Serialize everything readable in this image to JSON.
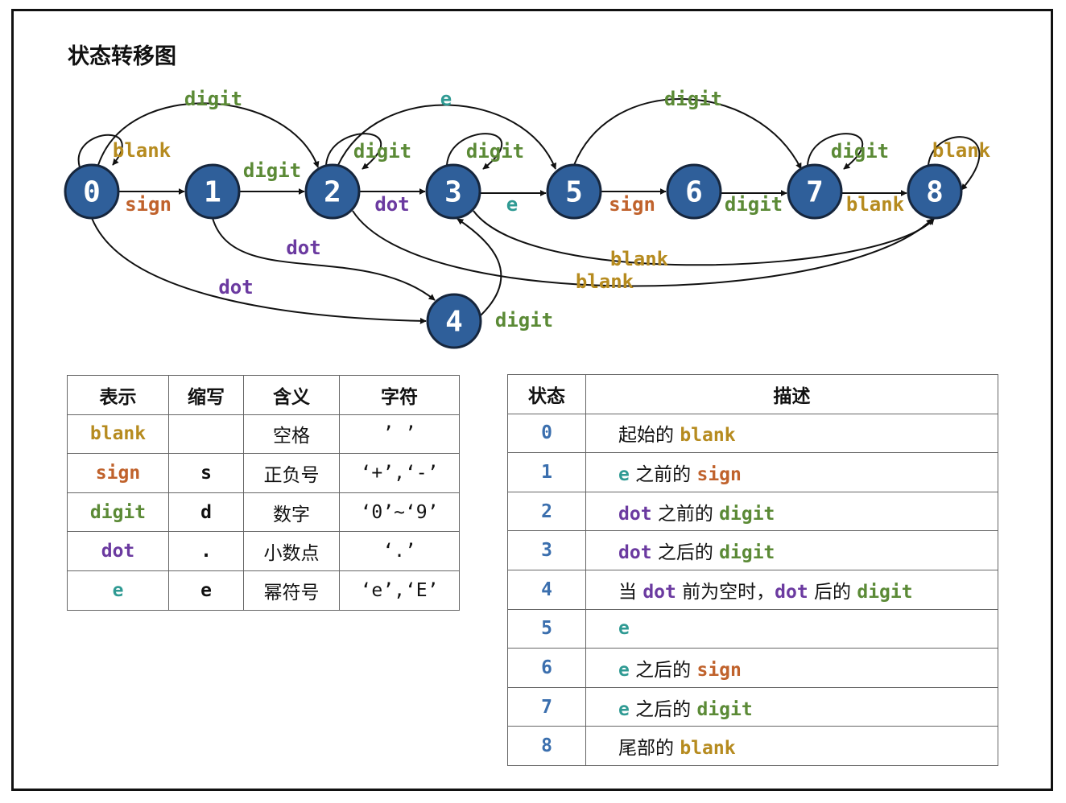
{
  "title": "状态转移图",
  "colors": {
    "node_fill": "#2f5f9a",
    "blank": "#b68b1f",
    "sign": "#c0622c",
    "digit": "#5b8a36",
    "dot": "#6b3aa0",
    "e": "#2f9a93",
    "state_number": "#3b6fae"
  },
  "nodes": [
    "0",
    "1",
    "2",
    "3",
    "4",
    "5",
    "6",
    "7",
    "8"
  ],
  "edges": [
    {
      "from": "0",
      "to": "0",
      "label": "blank"
    },
    {
      "from": "0",
      "to": "1",
      "label": "sign"
    },
    {
      "from": "0",
      "to": "2",
      "label": "digit"
    },
    {
      "from": "0",
      "to": "4",
      "label": "dot"
    },
    {
      "from": "1",
      "to": "2",
      "label": "digit"
    },
    {
      "from": "1",
      "to": "4",
      "label": "dot"
    },
    {
      "from": "2",
      "to": "2",
      "label": "digit"
    },
    {
      "from": "2",
      "to": "3",
      "label": "dot"
    },
    {
      "from": "2",
      "to": "5",
      "label": "e"
    },
    {
      "from": "2",
      "to": "8",
      "label": "blank"
    },
    {
      "from": "3",
      "to": "3",
      "label": "digit"
    },
    {
      "from": "3",
      "to": "5",
      "label": "e"
    },
    {
      "from": "3",
      "to": "8",
      "label": "blank"
    },
    {
      "from": "4",
      "to": "3",
      "label": "digit"
    },
    {
      "from": "5",
      "to": "6",
      "label": "sign"
    },
    {
      "from": "5",
      "to": "7",
      "label": "digit"
    },
    {
      "from": "6",
      "to": "7",
      "label": "digit"
    },
    {
      "from": "7",
      "to": "7",
      "label": "digit"
    },
    {
      "from": "7",
      "to": "8",
      "label": "blank"
    },
    {
      "from": "8",
      "to": "8",
      "label": "blank"
    }
  ],
  "legend_table": {
    "headers": [
      "表示",
      "缩写",
      "含义",
      "字符"
    ],
    "rows": [
      {
        "name": "blank",
        "abbr": "",
        "meaning": "空格",
        "chars": "’ ’"
      },
      {
        "name": "sign",
        "abbr": "s",
        "meaning": "正负号",
        "chars": "‘+’,‘-’"
      },
      {
        "name": "digit",
        "abbr": "d",
        "meaning": "数字",
        "chars": "‘0’~‘9’"
      },
      {
        "name": "dot",
        "abbr": ".",
        "meaning": "小数点",
        "chars": "‘.’"
      },
      {
        "name": "e",
        "abbr": "e",
        "meaning": "幂符号",
        "chars": "‘e’,‘E’"
      }
    ]
  },
  "state_table": {
    "headers": [
      "状态",
      "描述"
    ],
    "rows": [
      {
        "state": "0",
        "parts": [
          {
            "text": "起始的 "
          },
          {
            "text": "blank",
            "kw": "blank"
          }
        ]
      },
      {
        "state": "1",
        "parts": [
          {
            "text": "e",
            "kw": "e"
          },
          {
            "text": " 之前的 "
          },
          {
            "text": "sign",
            "kw": "sign"
          }
        ]
      },
      {
        "state": "2",
        "parts": [
          {
            "text": "dot",
            "kw": "dot"
          },
          {
            "text": " 之前的 "
          },
          {
            "text": "digit",
            "kw": "digit"
          }
        ]
      },
      {
        "state": "3",
        "parts": [
          {
            "text": "dot",
            "kw": "dot"
          },
          {
            "text": " 之后的 "
          },
          {
            "text": "digit",
            "kw": "digit"
          }
        ]
      },
      {
        "state": "4",
        "parts": [
          {
            "text": "当 "
          },
          {
            "text": "dot",
            "kw": "dot"
          },
          {
            "text": " 前为空时，"
          },
          {
            "text": "dot",
            "kw": "dot"
          },
          {
            "text": " 后的 "
          },
          {
            "text": "digit",
            "kw": "digit"
          }
        ]
      },
      {
        "state": "5",
        "parts": [
          {
            "text": "e",
            "kw": "e"
          }
        ]
      },
      {
        "state": "6",
        "parts": [
          {
            "text": "e",
            "kw": "e"
          },
          {
            "text": " 之后的 "
          },
          {
            "text": "sign",
            "kw": "sign"
          }
        ]
      },
      {
        "state": "7",
        "parts": [
          {
            "text": "e",
            "kw": "e"
          },
          {
            "text": " 之后的 "
          },
          {
            "text": "digit",
            "kw": "digit"
          }
        ]
      },
      {
        "state": "8",
        "parts": [
          {
            "text": "尾部的 "
          },
          {
            "text": "blank",
            "kw": "blank"
          }
        ]
      }
    ]
  }
}
